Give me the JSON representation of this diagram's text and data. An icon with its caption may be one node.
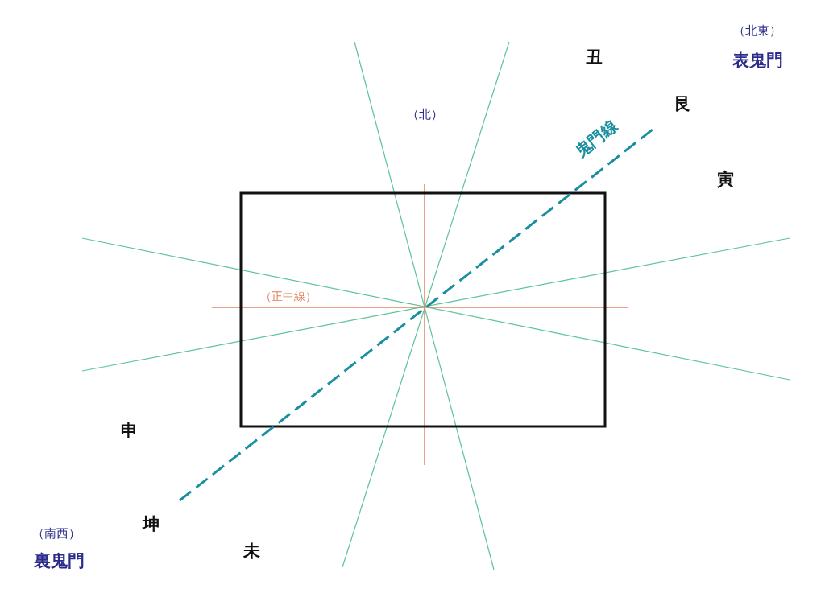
{
  "diagram": {
    "labels": [
      "（北東）",
      "表鬼門",
      "丑",
      "艮",
      "（北）",
      "鬼門線",
      "寅",
      "（正中線）",
      "申",
      "（南西）",
      "坤",
      "未",
      "裏鬼門"
    ]
  }
}
